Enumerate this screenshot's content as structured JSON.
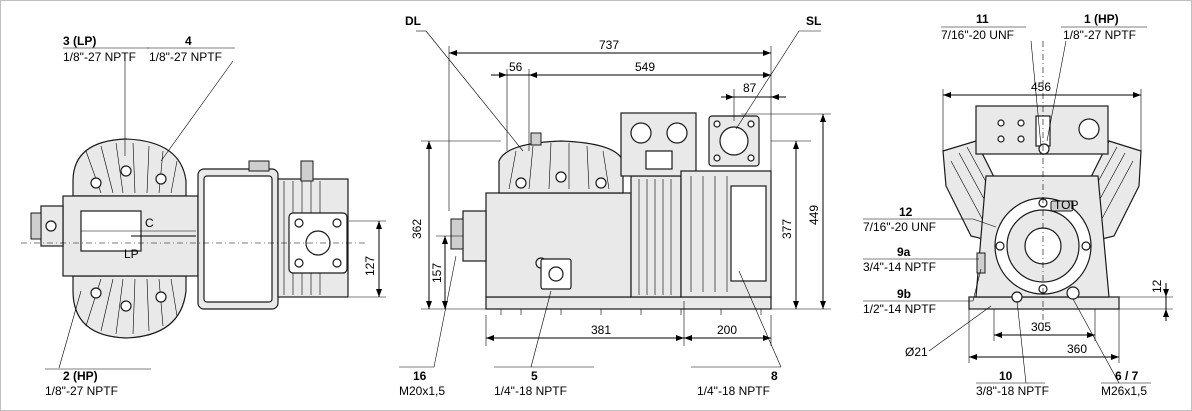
{
  "colors": {
    "line": "#000000",
    "fill": "#e9e9e9",
    "dark": "#cfcfcf"
  },
  "left_view": {
    "c3": {
      "num": "3 (LP)",
      "spec": "1/8\"-27 NPTF"
    },
    "c4": {
      "num": "4",
      "spec": "1/8\"-27 NPTF"
    },
    "c2": {
      "num": "2 (HP)",
      "spec": "1/8\"-27 NPTF"
    },
    "marks": {
      "c": "C",
      "lp": "LP"
    }
  },
  "middle_view": {
    "dl": "DL",
    "sl": "SL",
    "dims": {
      "d737": "737",
      "d56": "56",
      "d549": "549",
      "d87": "87",
      "d362": "362",
      "d157": "157",
      "d377": "377",
      "d449": "449",
      "d127": "127",
      "d381": "381",
      "d200": "200"
    },
    "c16": {
      "num": "16",
      "spec": "M20x1,5"
    },
    "c5": {
      "num": "5",
      "spec": "1/4\"-18 NPTF"
    },
    "c8": {
      "num": "8",
      "spec": "1/4\"-18 NPTF"
    }
  },
  "right_view": {
    "c11": {
      "num": "11",
      "spec": "7/16\"-20 UNF"
    },
    "c1": {
      "num": "1 (HP)",
      "spec": "1/8\"-27 NPTF"
    },
    "c12": {
      "num": "12",
      "spec": "7/16\"-20 UNF"
    },
    "c9a": {
      "num": "9a",
      "spec": "3/4\"-14 NPTF"
    },
    "c9b": {
      "num": "9b",
      "spec": "1/2\"-14 NPTF"
    },
    "c10": {
      "num": "10",
      "spec": "3/8\"-18 NPTF"
    },
    "c67": {
      "num": "6 / 7",
      "spec": "M26x1,5"
    },
    "d21": "Ø21",
    "dims": {
      "d456": "456",
      "d305": "305",
      "d360": "360",
      "d12": "12"
    },
    "plate": "TOP"
  }
}
